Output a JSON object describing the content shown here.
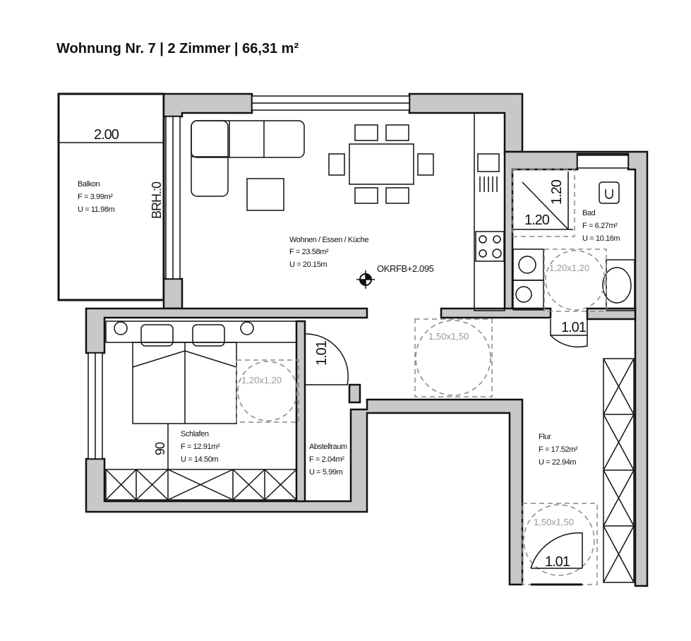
{
  "title": "Wohnung Nr. 7 | 2 Zimmer | 66,31 m²",
  "rooms": {
    "balkon": {
      "name": "Balkon",
      "area": "F = 3.99m²",
      "perimeter": "U = 11.98m"
    },
    "wohnen": {
      "name": "Wohnen / Essen / Küche",
      "area": "F = 23.58m²",
      "perimeter": "U = 20.15m"
    },
    "bad": {
      "name": "Bad",
      "area": "F = 6.27m²",
      "perimeter": "U = 10.16m"
    },
    "schlafen": {
      "name": "Schlafen",
      "area": "F = 12.91m²",
      "perimeter": "U = 14.50m"
    },
    "abstell": {
      "name": "Abstellraum",
      "area": "F = 2.04m²",
      "perimeter": "U = 5.99m"
    },
    "flur": {
      "name": "Flur",
      "area": "F = 17.52m²",
      "perimeter": "U = 22.94m"
    }
  },
  "dimensions": {
    "balkon_width": "2.00",
    "brh": "BRH.:0",
    "shower_w": "1.20",
    "shower_h": "1.20",
    "bad_door": "1.01",
    "schlafen_door": "1.01",
    "entrance_door": "1.01",
    "bed_clearance": "90"
  },
  "turning_circles": {
    "bad": "1,20x1,20",
    "schlafen": "1,20x1,20",
    "wohnen": "1,50x1,50",
    "flur": "1,50x1,50"
  },
  "level_marker": "OKRFB+2.095"
}
